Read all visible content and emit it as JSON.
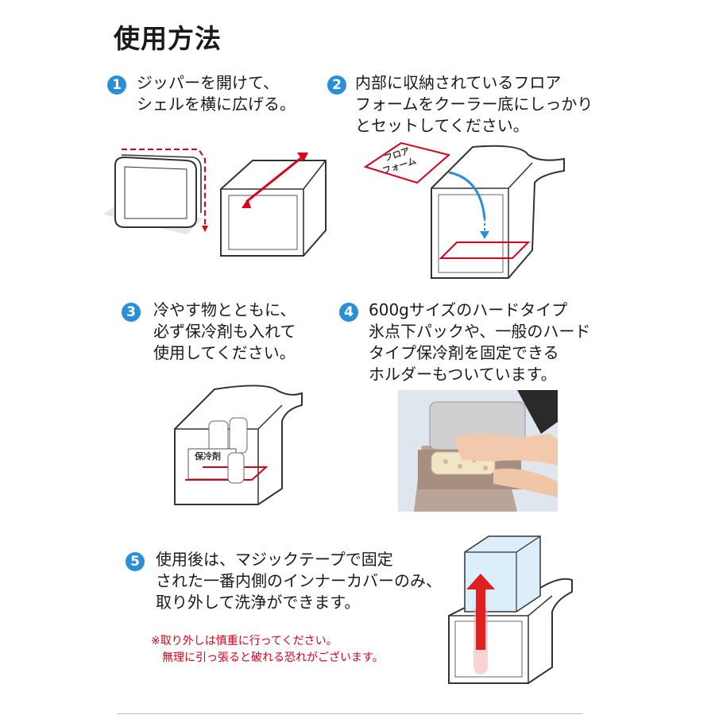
{
  "title": "使用方法",
  "steps": [
    {
      "num": "1",
      "text": "ジッパーを開けて、\nシェルを横に広げる。"
    },
    {
      "num": "2",
      "text": "内部に収納されているフロア\nフォームをクーラー底にしっかり\nとセットしてください。",
      "label": "フロア\nフォーム",
      "label_line1": "フロア",
      "label_line2": "フォーム"
    },
    {
      "num": "3",
      "text": "冷やす物とともに、\n必ず保冷剤も入れて\n使用してください。",
      "label": "保冷剤"
    },
    {
      "num": "4",
      "text": "600gサイズのハードタイプ\n氷点下パックや、一般のハード\nタイプ保冷剤を固定できる\nホルダーもついています。"
    },
    {
      "num": "5",
      "text": "使用後は、マジックテープで固定\nされた一番内側のインナーカバーのみ、\n取り外して洗浄ができます。"
    }
  ],
  "note": "※取り外しは慎重に行ってください。\n　無理に引っ張ると破れる恐れがございます。",
  "colors": {
    "accent": "#2b8fd6",
    "red": "#d9001b",
    "outline": "#333333"
  }
}
